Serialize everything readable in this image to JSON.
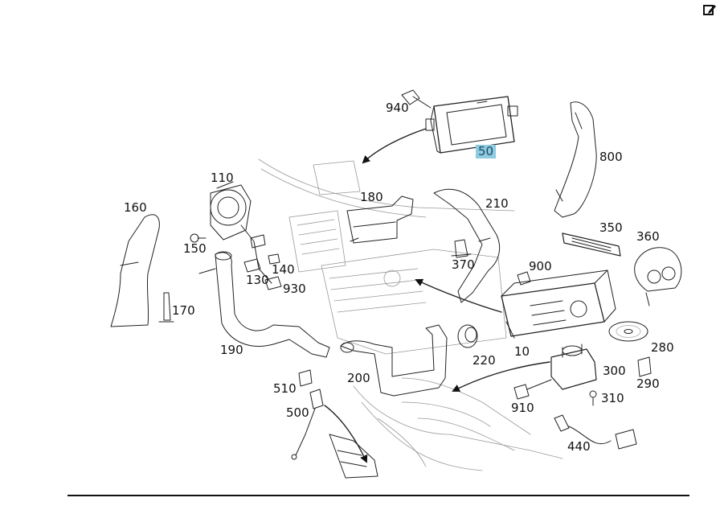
{
  "toolbar": {
    "edit_icon": "edit-icon"
  },
  "highlight_color": "#8ecbe0",
  "callouts": [
    {
      "id": "940",
      "label": "940"
    },
    {
      "id": "50",
      "label": "50",
      "highlight": true
    },
    {
      "id": "800",
      "label": "800"
    },
    {
      "id": "110",
      "label": "110"
    },
    {
      "id": "180",
      "label": "180"
    },
    {
      "id": "210",
      "label": "210"
    },
    {
      "id": "160",
      "label": "160"
    },
    {
      "id": "350",
      "label": "350"
    },
    {
      "id": "360",
      "label": "360"
    },
    {
      "id": "150",
      "label": "150"
    },
    {
      "id": "370",
      "label": "370"
    },
    {
      "id": "140",
      "label": "140"
    },
    {
      "id": "900",
      "label": "900"
    },
    {
      "id": "130",
      "label": "130"
    },
    {
      "id": "930",
      "label": "930"
    },
    {
      "id": "170",
      "label": "170"
    },
    {
      "id": "280",
      "label": "280"
    },
    {
      "id": "10",
      "label": "10"
    },
    {
      "id": "190",
      "label": "190"
    },
    {
      "id": "220",
      "label": "220"
    },
    {
      "id": "300",
      "label": "300"
    },
    {
      "id": "200",
      "label": "200"
    },
    {
      "id": "290",
      "label": "290"
    },
    {
      "id": "510",
      "label": "510"
    },
    {
      "id": "310",
      "label": "310"
    },
    {
      "id": "910",
      "label": "910"
    },
    {
      "id": "500",
      "label": "500"
    },
    {
      "id": "440",
      "label": "440"
    }
  ]
}
